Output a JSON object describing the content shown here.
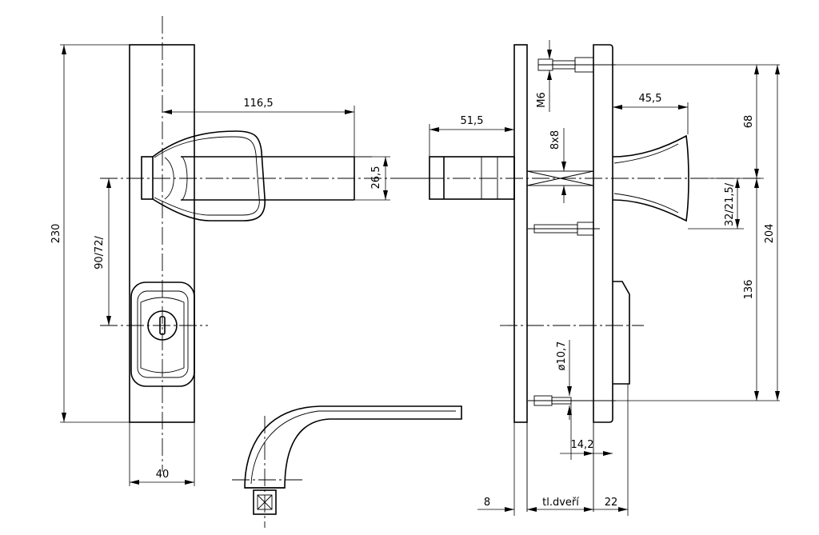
{
  "dimensions": {
    "total_height": "230",
    "plate_width": "40",
    "handle_length": "116,5",
    "handle_diameter": "26,5",
    "spindle_distance": "90/72/",
    "rose_projection": "51,5",
    "screw_thread": "M6",
    "square_spindle": "8x8",
    "handle_depth": "45,5",
    "top_to_spindle": "68",
    "spindle_offset": "32/21,5/",
    "hole_spacing": "204",
    "spindle_to_screw": "136",
    "hole_diameter": "ø10,7",
    "bolt_offset": "14,2",
    "outer_plate_thickness": "8",
    "door_thickness": "tl.dveří",
    "inner_plate_thickness": "22"
  }
}
